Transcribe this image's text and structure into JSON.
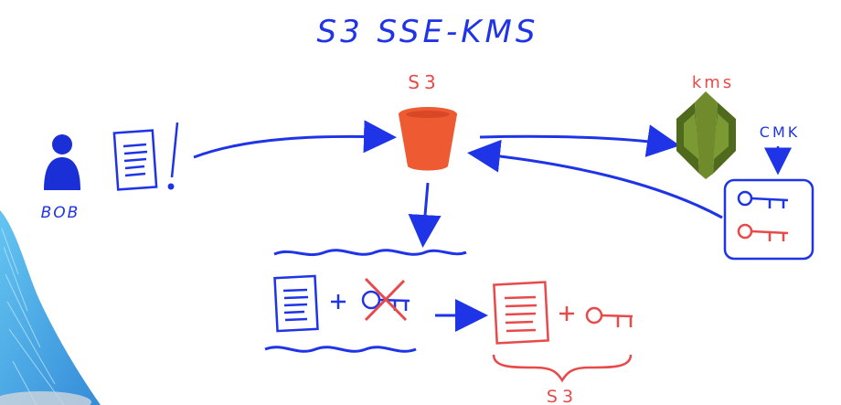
{
  "title": "S3 SSE-KMS",
  "labels": {
    "user": "BOB",
    "s3": "S3",
    "kms": "kms",
    "cmk": "CMK",
    "stored_bracket": "S3"
  },
  "colors": {
    "ink_blue": "#1f34e6",
    "ink_red": "#e84a4a",
    "s3_orange": "#ee5a32",
    "kms_green": "#6f8b2c",
    "kms_green_dark": "#4f6a1c",
    "streak_blue": "#3aa6e6"
  },
  "icons": {
    "user": "person-icon",
    "document": "document-icon",
    "bucket": "s3-bucket-icon",
    "kms": "kms-shield-icon",
    "key": "key-icon"
  }
}
